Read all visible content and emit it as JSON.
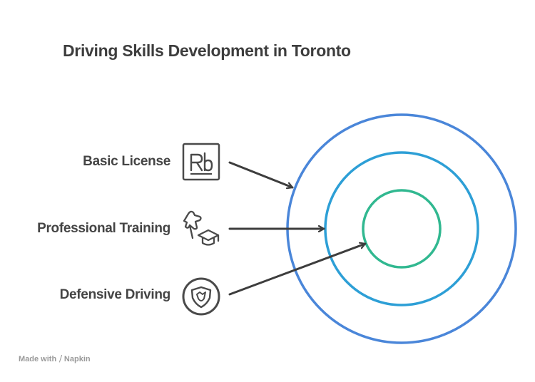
{
  "title": "Driving Skills Development in Toronto",
  "items": [
    {
      "label": "Basic License",
      "icon": "license-document-icon"
    },
    {
      "label": "Professional Training",
      "icon": "graduation-instructor-icon"
    },
    {
      "label": "Defensive Driving",
      "icon": "shield-icon"
    }
  ],
  "rings": {
    "outer_color": "#4a86d9",
    "middle_color": "#2d9fd6",
    "inner_color": "#31b890"
  },
  "footer": {
    "made_with": "Made with",
    "brand": "Napkin"
  }
}
